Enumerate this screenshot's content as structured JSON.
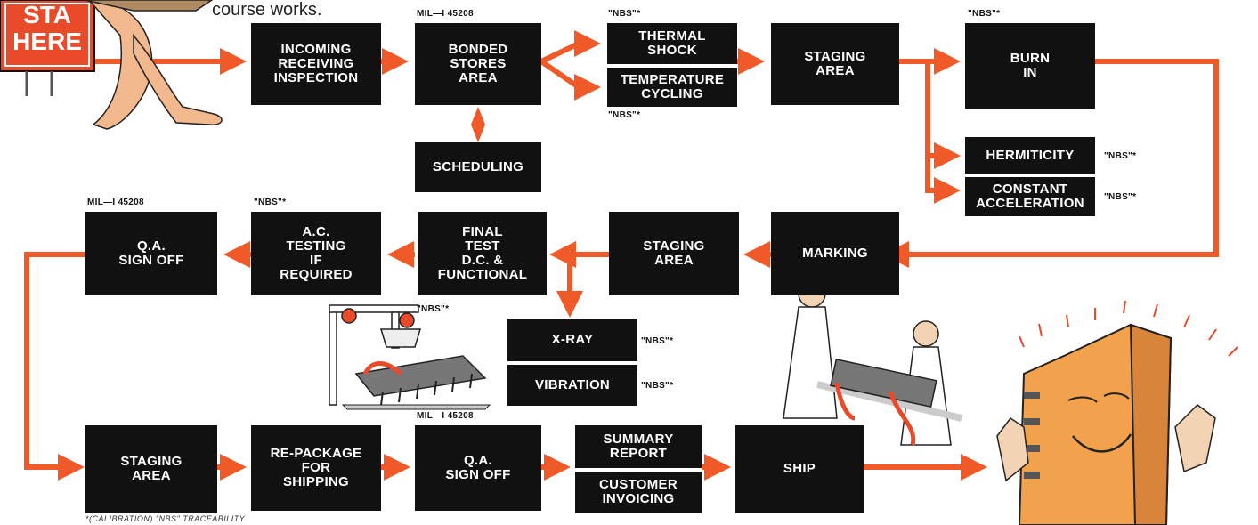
{
  "intro_text": "course works.",
  "sign_text": [
    "STA",
    "HERE"
  ],
  "accent_color": "#f05a28",
  "box_color": "#111111",
  "boxes": {
    "incoming": "INCOMING\nRECEIVING\nINSPECTION",
    "bonded": "BONDED\nSTORES\nAREA",
    "thermal": "THERMAL\nSHOCK",
    "tempcycle": "TEMPERATURE\nCYCLING",
    "staging1": "STAGING\nAREA",
    "burnin": "BURN\nIN",
    "scheduling": "SCHEDULING",
    "hermeticity": "HERMITICITY",
    "constaccel": "CONSTANT\nACCELERATION",
    "qa1": "Q.A.\nSIGN OFF",
    "actest": "A.C.\nTESTING\nIF\nREQUIRED",
    "finaltest": "FINAL\nTEST\nD.C. &\nFUNCTIONAL",
    "staging2": "STAGING\nAREA",
    "marking": "MARKING",
    "xray": "X-RAY",
    "vibration": "VIBRATION",
    "staging3": "STAGING\nAREA",
    "repackage": "RE-PACKAGE\nFOR\nSHIPPING",
    "qa2": "Q.A.\nSIGN OFF",
    "summary": "SUMMARY\nREPORT",
    "invoicing": "CUSTOMER\nINVOICING",
    "ship": "SHIP"
  },
  "captions": {
    "mil_bonded": "MIL—I 45208",
    "nbs_thermal": "\"NBS\"*",
    "nbs_temp": "\"NBS\"*",
    "nbs_burnin": "\"NBS\"*",
    "nbs_herm": "\"NBS\"*",
    "nbs_accel": "\"NBS\"*",
    "mil_qa1": "MIL—I 45208",
    "nbs_ac": "\"NBS\"*",
    "nbs_final": "\"NBS\"*",
    "nbs_xray": "\"NBS\"*",
    "nbs_vib": "\"NBS\"*",
    "mil_qa2": "MIL—I 45208"
  },
  "footnote": "*(CALIBRATION) \"NBS\" TRACEABILITY"
}
